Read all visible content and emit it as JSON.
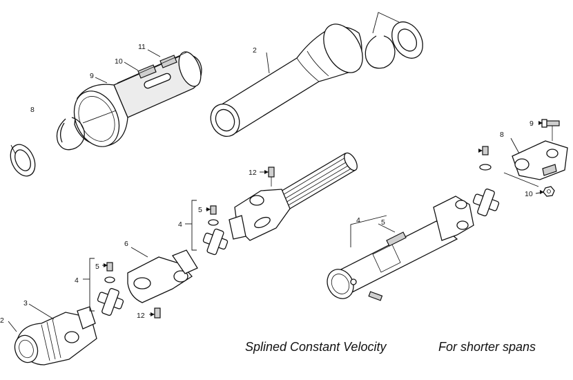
{
  "captions": {
    "left": "Splined Constant Velocity",
    "right": "For shorter spans"
  },
  "callouts": {
    "top_left_11": "11",
    "top_left_10": "10",
    "top_left_9": "9",
    "top_left_8": "8",
    "top_mid_2": "2",
    "bottom_left_2": "2",
    "bottom_left_3": "3",
    "bottom_left_4": "4",
    "bottom_left_5": "5",
    "bottom_left_6": "6",
    "bottom_left_12": "12",
    "mid_4": "4",
    "mid_5": "5",
    "mid_12": "12",
    "right_4": "4",
    "right_5": "5",
    "right_8": "8",
    "right_9": "9",
    "right_10": "10"
  }
}
